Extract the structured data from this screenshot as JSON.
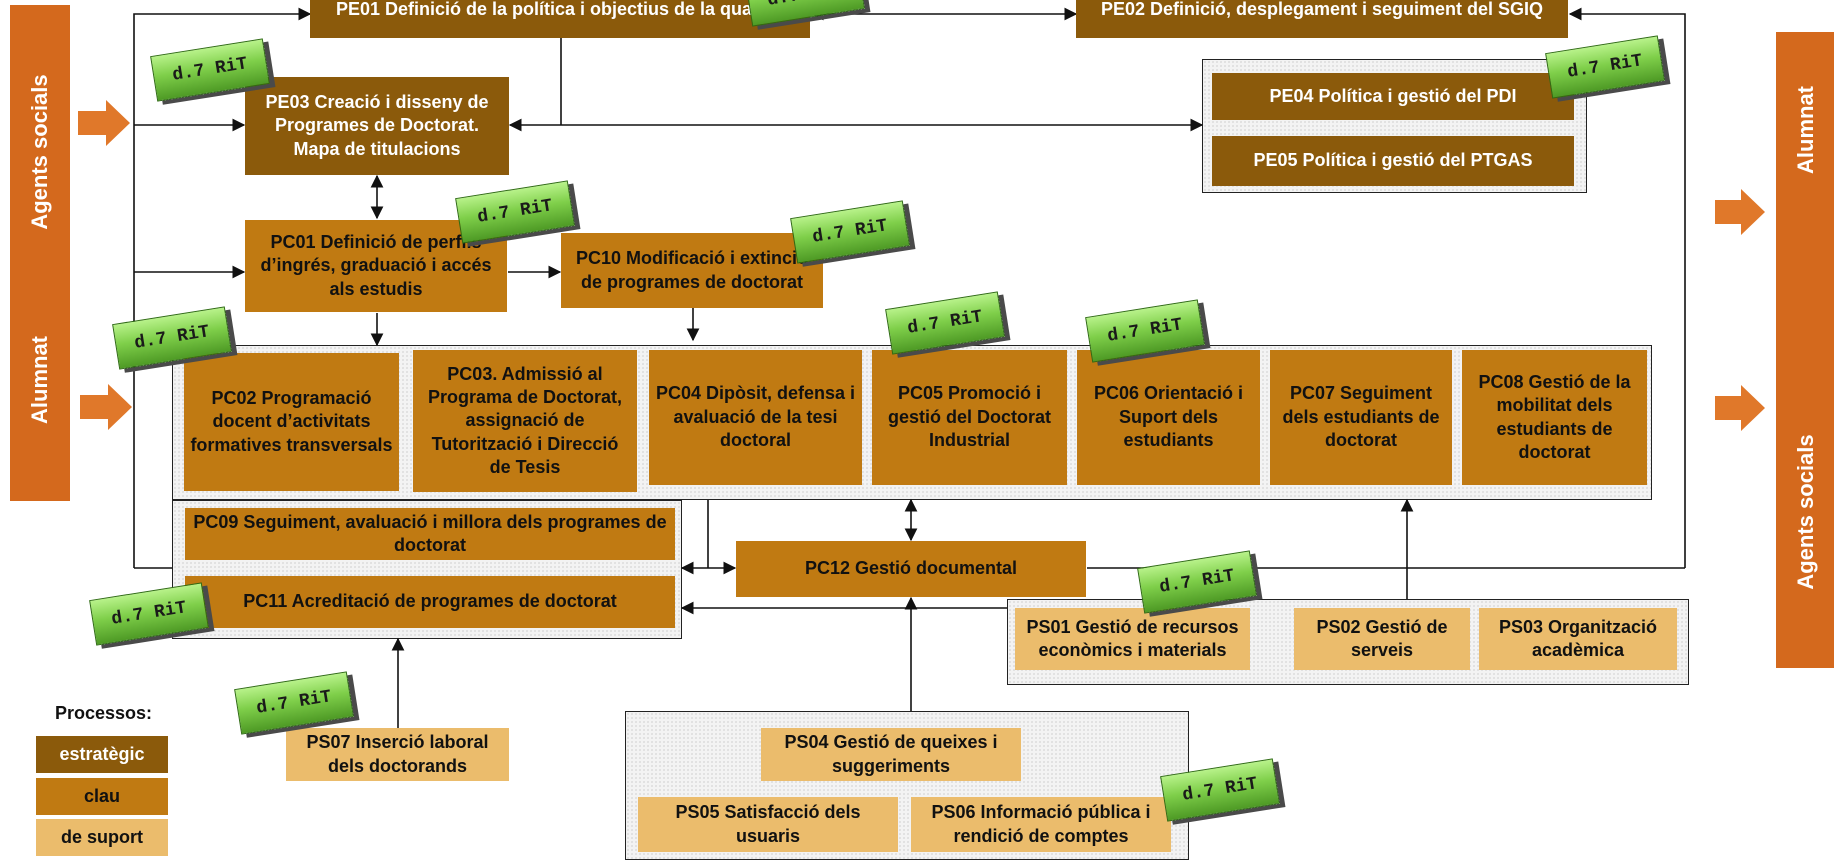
{
  "processes": {
    "pe01": "PE01 Definició de la política i objectius de la qualitat",
    "pe02": "PE02 Definició, desplegament i seguiment del SGIQ",
    "pe03": "PE03 Creació i disseny de Programes de Doctorat. Mapa de titulacions",
    "pe04": "PE04 Política i gestió del PDI",
    "pe05": "PE05 Política i gestió del PTGAS",
    "pc01": "PC01 Definició de perfils d’ingrés, graduació i accés als estudis",
    "pc10": "PC10 Modificació i extinció de programes de doctorat",
    "pc02": "PC02 Programació docent d’activitats formatives transversals",
    "pc03": "PC03. Admissió al Programa de Doctorat, assignació de Tutorització i Direcció de Tesis",
    "pc04": "PC04 Dipòsit, defensa i avaluació de la tesi doctoral",
    "pc05": "PC05 Promoció i gestió del Doctorat Industrial",
    "pc06": "PC06 Orientació i Suport dels estudiants",
    "pc07": "PC07 Seguiment dels estudiants de doctorat",
    "pc08": "PC08 Gestió de la mobilitat dels estudiants de doctorat",
    "pc09": "PC09 Seguiment, avaluació i millora dels programes de doctorat",
    "pc11": "PC11 Acreditació de programes de doctorat",
    "pc12": "PC12 Gestió documental",
    "ps01": "PS01 Gestió de recursos econòmics i materials",
    "ps02": "PS02 Gestió de serveis",
    "ps03": "PS03 Organització acadèmica",
    "ps04": "PS04 Gestió de queixes i suggeriments",
    "ps05": "PS05 Satisfacció dels usuaris",
    "ps06": "PS06 Informació pública i rendició de comptes",
    "ps07": "PS07 Inserció laboral dels doctorands"
  },
  "sides": {
    "left_top": "Agents socials",
    "left_bottom": "Alumnat",
    "right_top": "Alumnat",
    "right_bottom": "Agents socials"
  },
  "badge_text": "d.7 RiT",
  "legend": {
    "title": "Processos:",
    "strategic": "estratègic",
    "key": "clau",
    "support": "de suport"
  },
  "colors": {
    "strategic": "#8b5a0b",
    "key": "#c07a12",
    "support": "#ebbc6c",
    "side_band": "#d4691d",
    "badge": "#7fcf4a"
  }
}
